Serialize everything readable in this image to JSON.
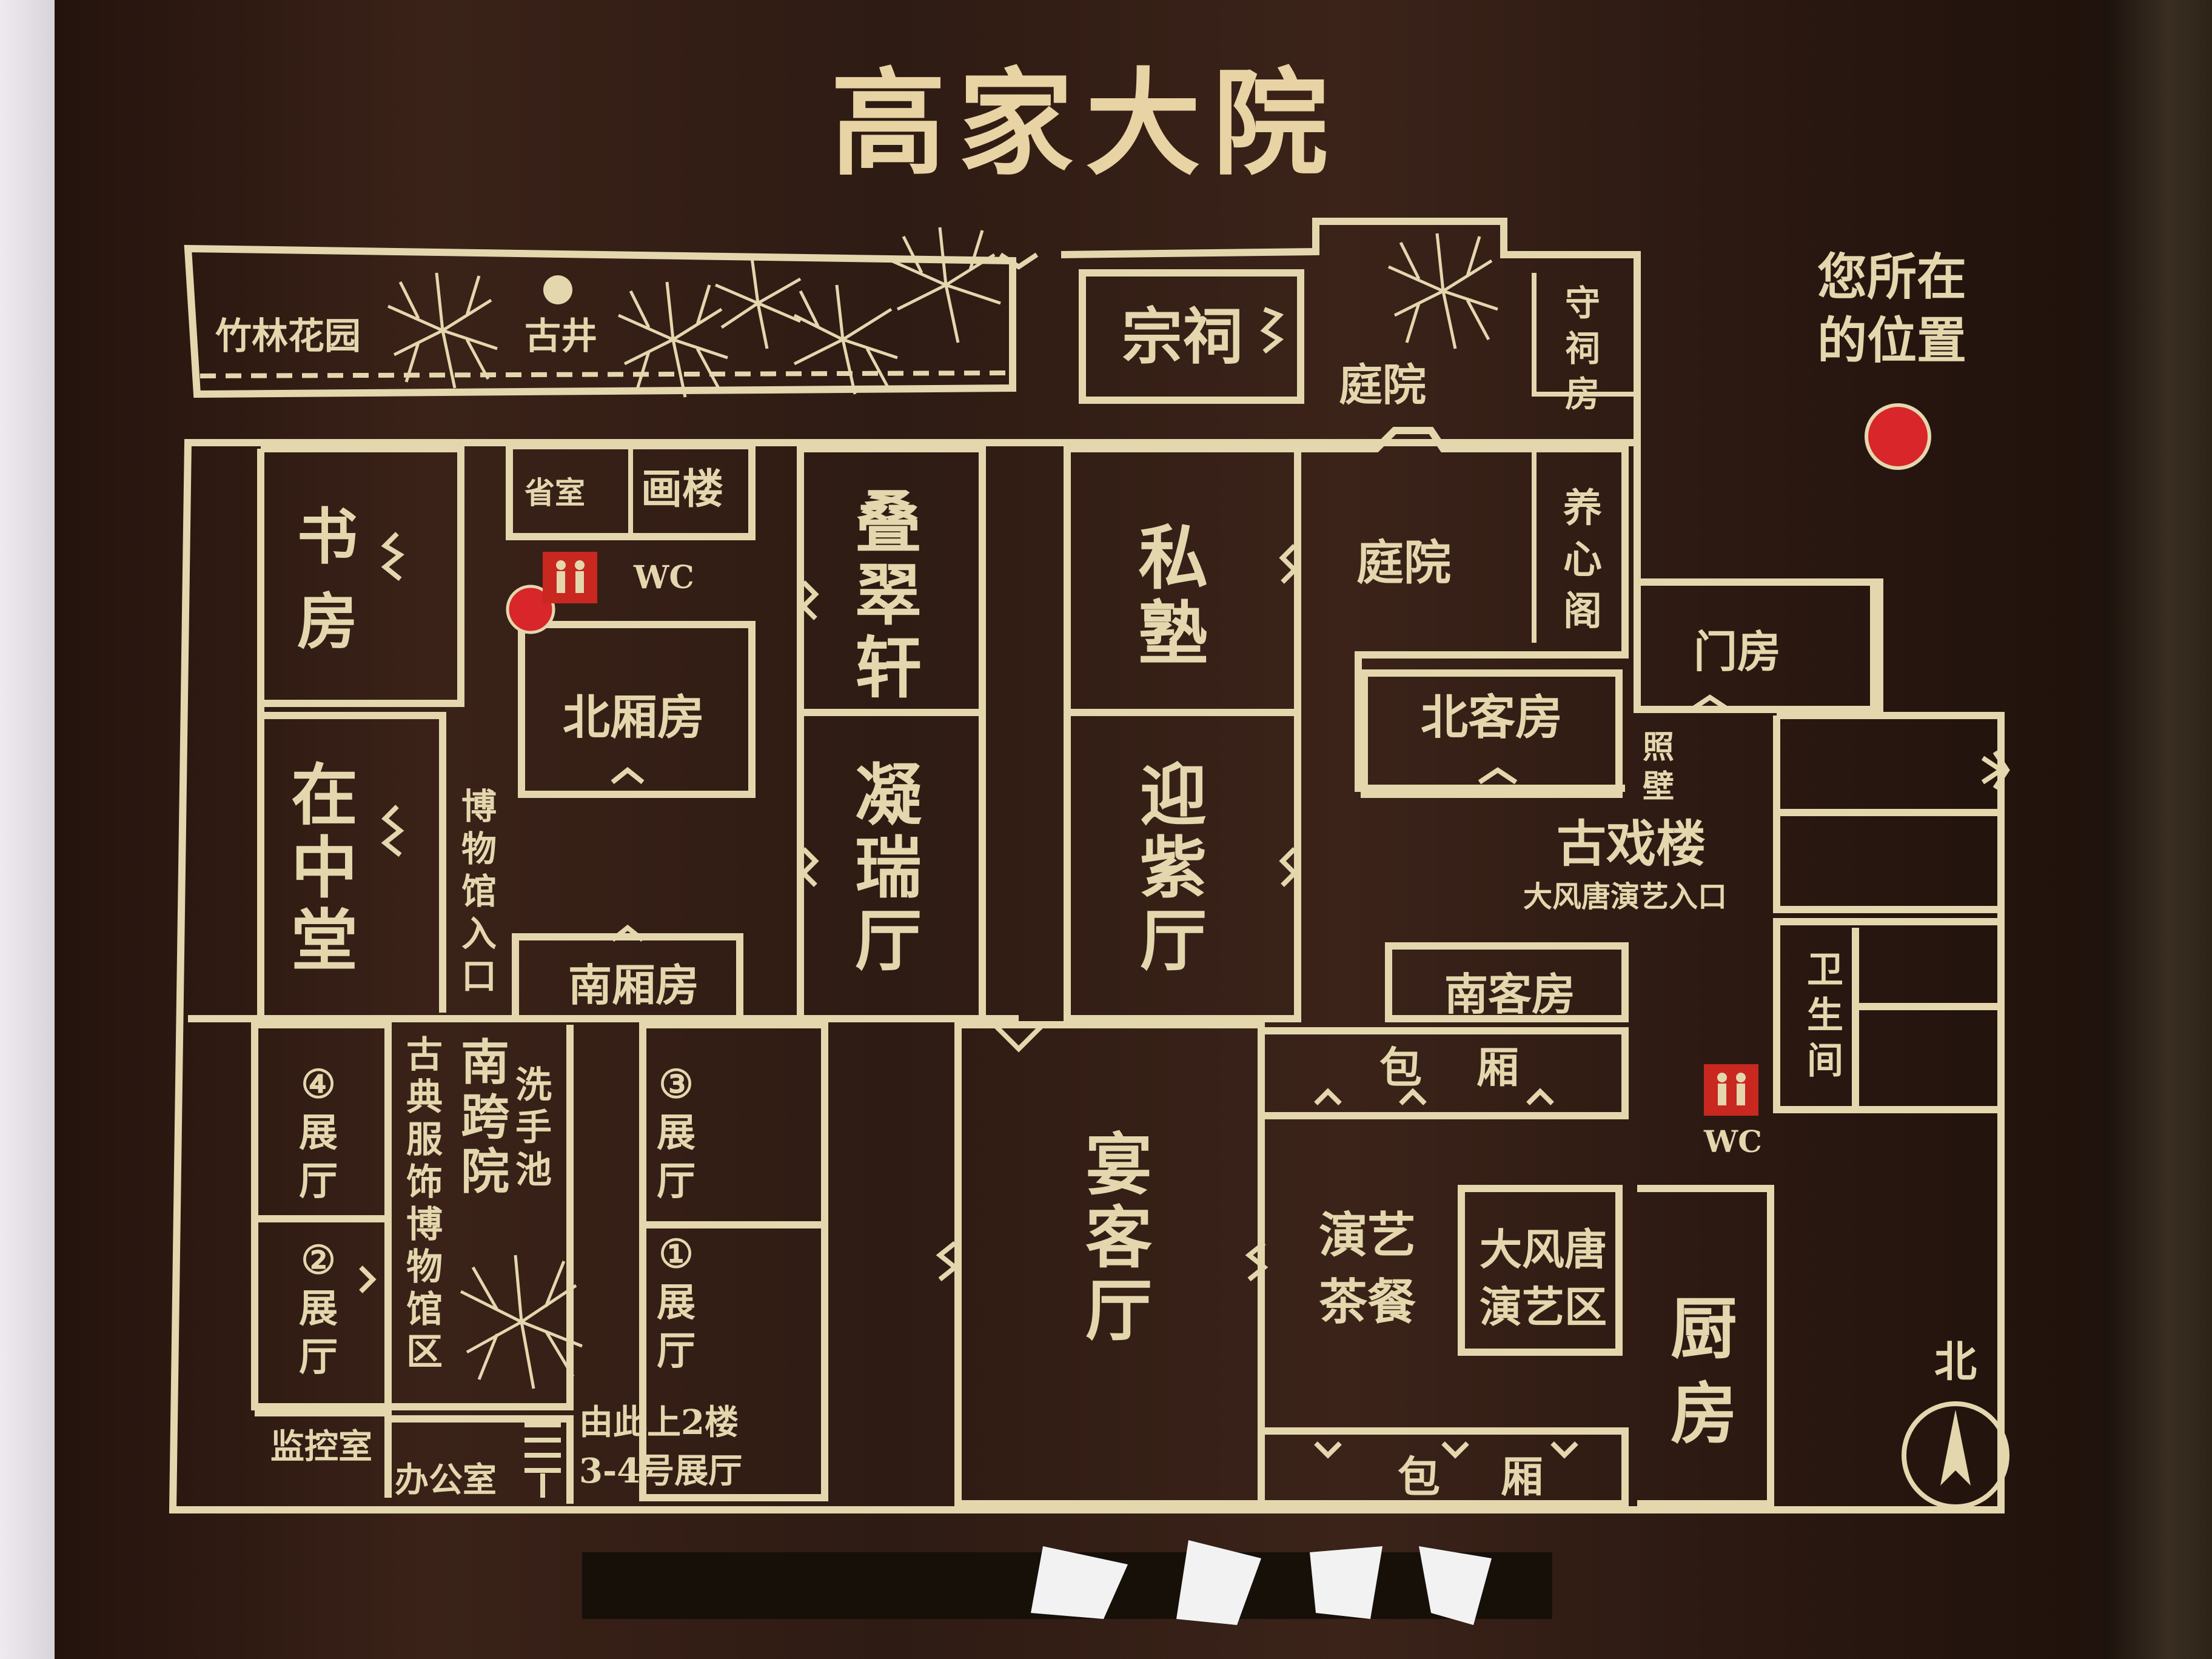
{
  "title": "高家大院",
  "you_are_here": {
    "line1": "您所在",
    "line2": "的位置"
  },
  "north_label": "北",
  "colors": {
    "board": "#3a2218",
    "line": "#e4d7ae",
    "marker": "#d8262a",
    "wc_bg": "#c8281f"
  },
  "rooms": {
    "bamboo_garden": "竹林花园",
    "old_well": "古井",
    "ancestral_hall": "宗祠",
    "courtyard_top": "庭院",
    "shouci": [
      "守",
      "祠",
      "房"
    ],
    "courtyard_mid": "庭院",
    "yangxin": [
      "养",
      "心",
      "阁"
    ],
    "shengshi": "省室",
    "hualou": "画楼",
    "wc1": "WC",
    "shufang": [
      "书",
      "房"
    ],
    "diecui": [
      "叠",
      "翠",
      "轩"
    ],
    "sishu": [
      "私",
      "塾"
    ],
    "beixiangfang": "北厢房",
    "beikefang": "北客房",
    "menfang": "门房",
    "zhaobi": [
      "照",
      "壁"
    ],
    "zaizhongtang": [
      "在",
      "中",
      "堂"
    ],
    "museum_entry": [
      "博",
      "物",
      "馆",
      "入",
      "口"
    ],
    "ningrui": [
      "凝",
      "瑞",
      "厅"
    ],
    "yingzi": [
      "迎",
      "紫",
      "厅"
    ],
    "guxilou": "古戏楼",
    "datang_entry": "大风唐演艺入口",
    "nanxiangfang": "南厢房",
    "nankefang": "南客房",
    "weishengjian": [
      "卫",
      "生",
      "间"
    ],
    "baoxiang_top": [
      "包",
      "厢"
    ],
    "wc2": "WC",
    "hall4": [
      "④",
      "展",
      "厅"
    ],
    "hall2": [
      "②",
      "展",
      "厅"
    ],
    "costume_museum": [
      "古",
      "典",
      "服",
      "饰",
      "博",
      "物",
      "馆",
      "区"
    ],
    "nankuayuan": [
      "南",
      "跨",
      "院"
    ],
    "xishouchi": [
      "洗",
      "手",
      "池"
    ],
    "hall3": [
      "③",
      "展",
      "厅"
    ],
    "hall1": [
      "①",
      "展",
      "厅"
    ],
    "yanketing": [
      "宴",
      "客",
      "厅"
    ],
    "yanyi_chacan": [
      "演艺",
      "茶餐"
    ],
    "datang_area": [
      "大风唐",
      "演艺区"
    ],
    "chufang": [
      "厨",
      "房"
    ],
    "jiankong": "监控室",
    "bangong": "办公室",
    "upstairs": [
      "由此上2楼",
      "3-4号展厅"
    ],
    "baoxiang_bottom": [
      "包",
      "厢"
    ]
  }
}
